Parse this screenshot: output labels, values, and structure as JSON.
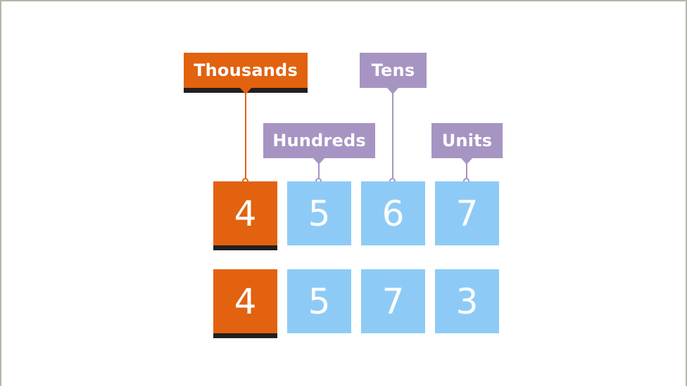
{
  "diagram": {
    "labels": {
      "thousands": "Thousands",
      "hundreds": "Hundreds",
      "tens": "Tens",
      "units": "Units"
    },
    "rows": [
      {
        "digits": [
          "4",
          "5",
          "6",
          "7"
        ]
      },
      {
        "digits": [
          "4",
          "5",
          "7",
          "3"
        ]
      }
    ],
    "colors": {
      "highlight": "#e2620f",
      "label_purple": "#a694c3",
      "digit_box": "#8dcbf6",
      "underline": "#231f20"
    }
  }
}
